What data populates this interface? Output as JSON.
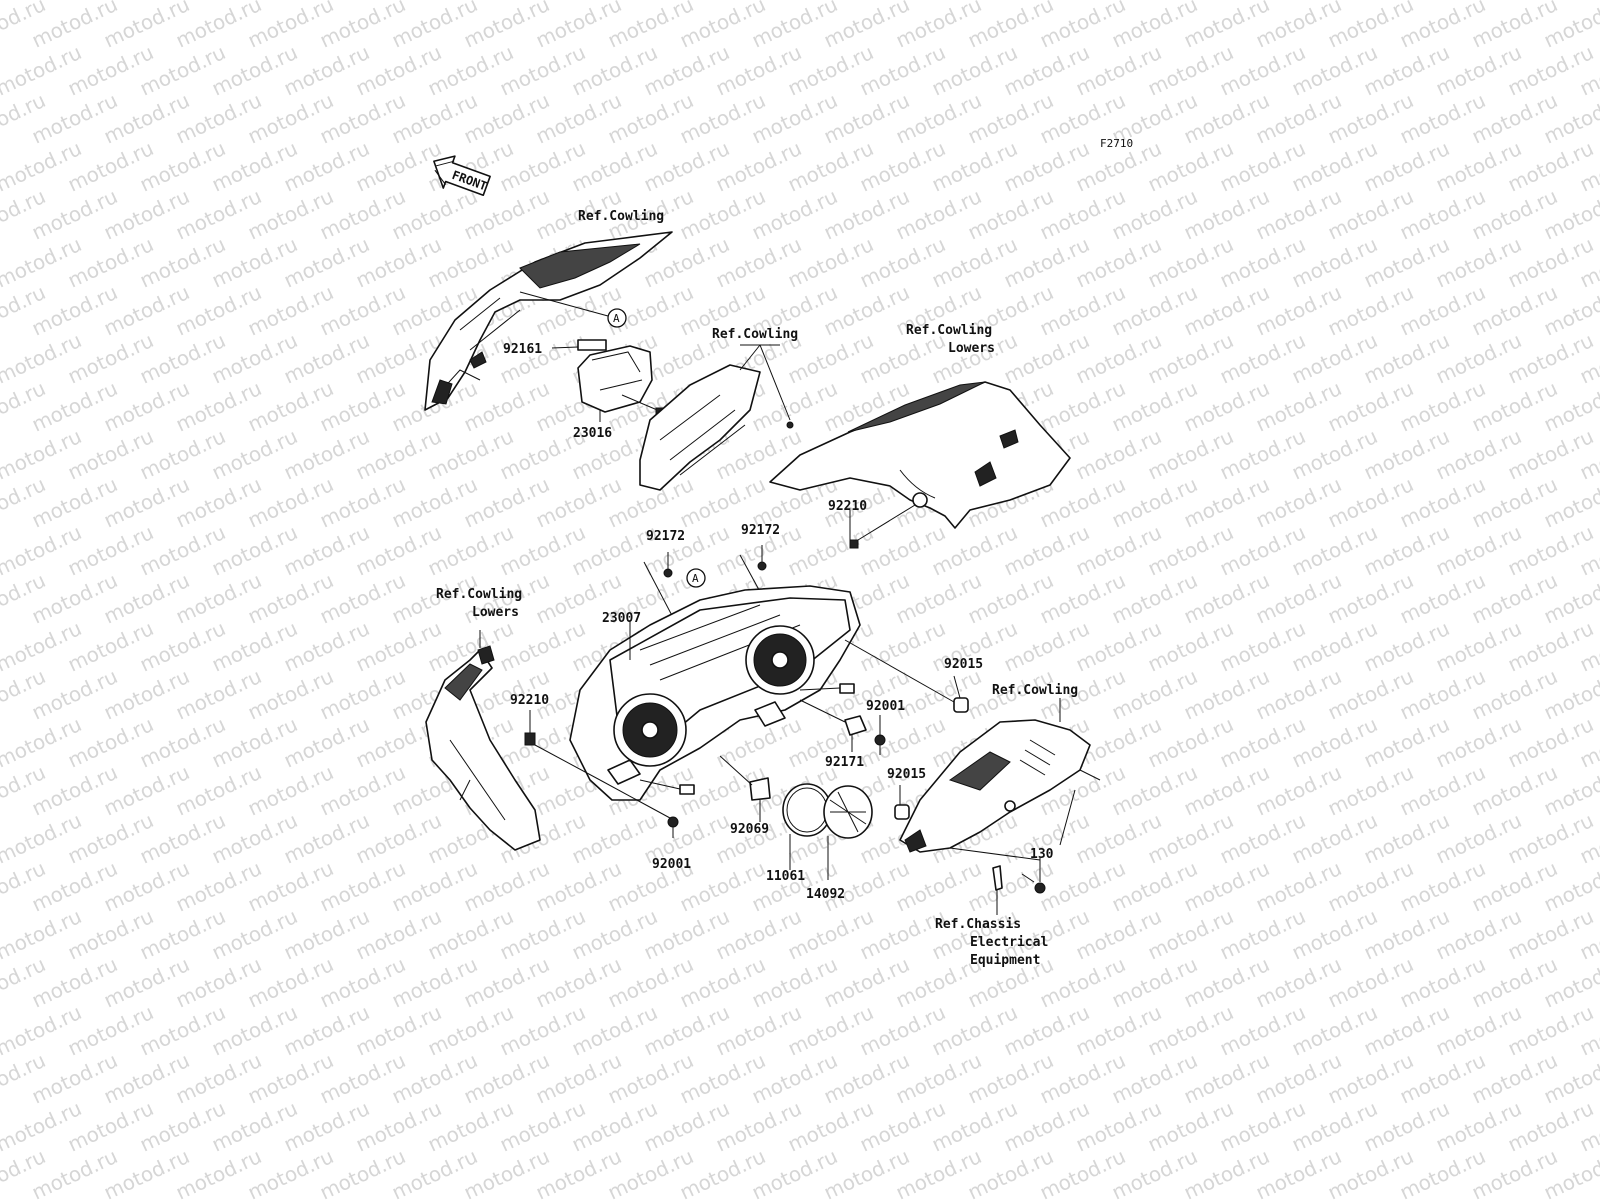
{
  "diagram_code": "F2710",
  "front_arrow_label": "FRONT",
  "watermark_text": "motod.ru",
  "callout_marker": "A",
  "parts": {
    "p92161": "92161",
    "p23016": "23016",
    "p92172a": "92172",
    "p92172b": "92172",
    "p92210a": "92210",
    "p92210b": "92210",
    "p23007": "23007",
    "p92015a": "92015",
    "p92015b": "92015",
    "p92001a": "92001",
    "p92001b": "92001",
    "p92171": "92171",
    "p92069": "92069",
    "p11061": "11061",
    "p14092": "14092",
    "p130": "130"
  },
  "references": {
    "cowling_top": "Ref.Cowling",
    "cowling_mid": "Ref.Cowling",
    "cowling_lowers_right_1": "Ref.Cowling",
    "cowling_lowers_right_2": "Lowers",
    "cowling_lowers_left_1": "Ref.Cowling",
    "cowling_lowers_left_2": "Lowers",
    "cowling_bottom": "Ref.Cowling",
    "chassis_1": "Ref.Chassis",
    "chassis_2": "Electrical",
    "chassis_3": "Equipment"
  },
  "colors": {
    "ink": "#111111",
    "watermark": "#d6d6d6",
    "background": "#ffffff"
  }
}
